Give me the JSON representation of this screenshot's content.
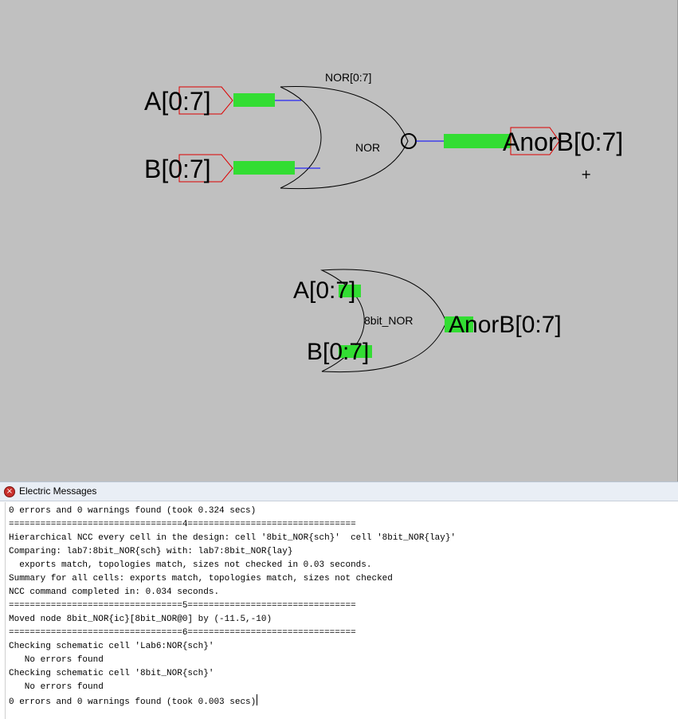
{
  "schematic": {
    "top_gate": {
      "cell_label": "NOR[0:7]",
      "gate_label": "NOR",
      "inputs": [
        "A[0:7]",
        "B[0:7]"
      ],
      "output": "AnorB[0:7]"
    },
    "icon_instance": {
      "cell_label": "8bit_NOR",
      "inputs": [
        "A[0:7]",
        "B[0:7]"
      ],
      "output": "AnorB[0:7]"
    },
    "cursor_symbol": "+"
  },
  "colors": {
    "canvas_bg": "#c0c0c0",
    "wire": "#0000ff",
    "bus": "#33dd33",
    "export_outline": "#dd0000",
    "gate_outline": "#000000"
  },
  "messages": {
    "title": "Electric Messages",
    "close_icon": "×",
    "lines": [
      "0 errors and 0 warnings found (took 0.324 secs)",
      "=================================4================================",
      "Hierarchical NCC every cell in the design: cell '8bit_NOR{sch}'  cell '8bit_NOR{lay}'",
      "Comparing: lab7:8bit_NOR{sch} with: lab7:8bit_NOR{lay}",
      "  exports match, topologies match, sizes not checked in 0.03 seconds.",
      "Summary for all cells: exports match, topologies match, sizes not checked",
      "NCC command completed in: 0.034 seconds.",
      "=================================5================================",
      "Moved node 8bit_NOR{ic}[8bit_NOR@0] by (-11.5,-10)",
      "=================================6================================",
      "Checking schematic cell 'Lab6:NOR{sch}'",
      "   No errors found",
      "Checking schematic cell '8bit_NOR{sch}'",
      "   No errors found",
      "0 errors and 0 warnings found (took 0.003 secs)"
    ]
  }
}
